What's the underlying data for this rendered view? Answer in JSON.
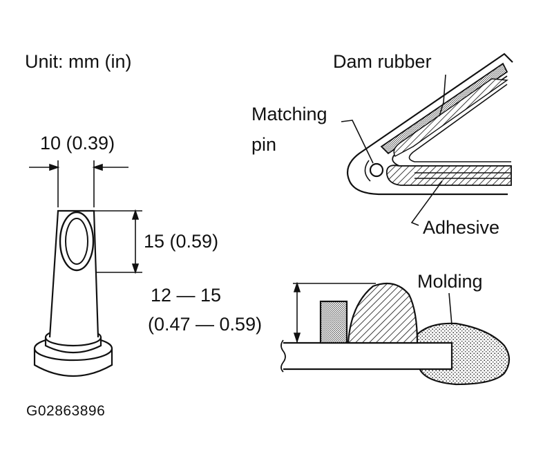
{
  "labels": {
    "unit": "Unit: mm (in)",
    "nozzle_width": "10 (0.39)",
    "nozzle_opening": "15 (0.59)",
    "bead_height_1": "12 — 15",
    "bead_height_2": "(0.47 — 0.59)",
    "dam_rubber": "Dam rubber",
    "matching_1": "Matching",
    "matching_2": "pin",
    "adhesive": "Adhesive",
    "molding": "Molding",
    "figure_code": "G02863896"
  },
  "colors": {
    "ink": "#111111",
    "paper": "#ffffff"
  }
}
